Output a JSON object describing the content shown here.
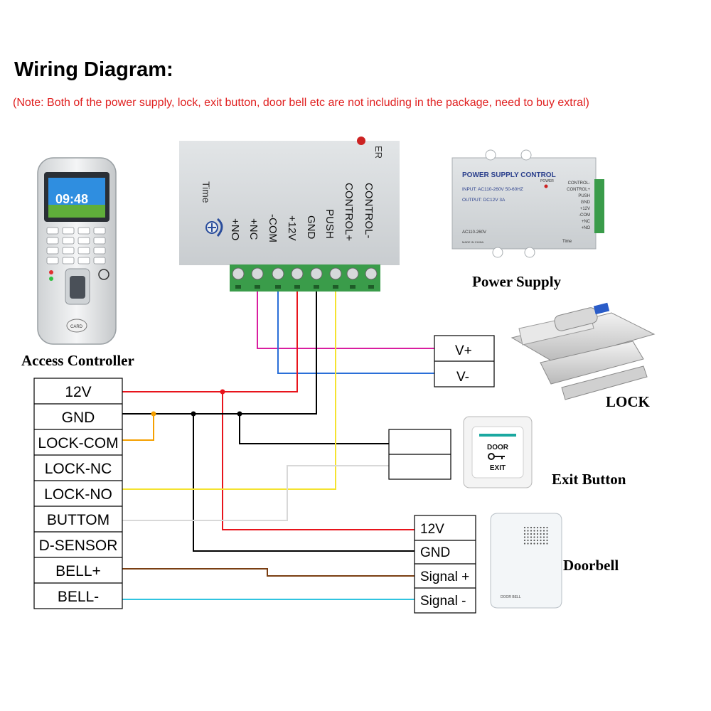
{
  "title": "Wiring Diagram:",
  "note": "(Note: Both of the power supply, lock, exit button, door bell etc are not including in the package, need to buy extral)",
  "captions": {
    "access_controller": "Access Controller",
    "power_supply": "Power Supply",
    "lock": "LOCK",
    "exit_button": "Exit Button",
    "doorbell": "Doorbell"
  },
  "controller_terminals": [
    "12V",
    "GND",
    "LOCK-COM",
    "LOCK-NC",
    "LOCK-NO",
    "BUTTOM",
    "D-SENSOR",
    "BELL+",
    "BELL-"
  ],
  "psu_terminals": [
    "+NO",
    "+NC",
    "-COM",
    "+12V",
    "GND",
    "PUSH",
    "CONTROL+",
    "CONTROL-"
  ],
  "psu_time_label": "Time",
  "psu_partial_label": "ER",
  "lock_terminals": [
    "V+",
    "V-"
  ],
  "bell_terminals": [
    "12V",
    "GND",
    "Signal +",
    "Signal -"
  ],
  "controller_device": {
    "clock": "09:48",
    "card_label": "CARD"
  },
  "psu_product": {
    "heading": "POWER SUPPLY CONTROL",
    "input": "INPUT: AC110-260V 50-60HZ",
    "output": "OUTPUT: DC12V 3A",
    "power": "POWER",
    "ac": "AC110-260V",
    "made": "MADE IN CHINA",
    "time": "Time",
    "labels": [
      "CONTROL-",
      "CONTROL+",
      "PUSH",
      "GND",
      "+12V",
      "-COM",
      "+NC",
      "+NO"
    ]
  },
  "exit_device": {
    "line1": "DOOR",
    "line2": "EXIT"
  },
  "doorbell_device": {
    "label": "DOOR BELL"
  },
  "wire_colors": {
    "power": "#e8141c",
    "ground": "#000000",
    "lock_com": "#f5a000",
    "lock_no": "#f4e330",
    "button": "#d8d8d8",
    "bell_plus": "#7a3e12",
    "bell_minus": "#30c4e0",
    "nc": "#d91ea0",
    "com": "#2a6fd8"
  }
}
